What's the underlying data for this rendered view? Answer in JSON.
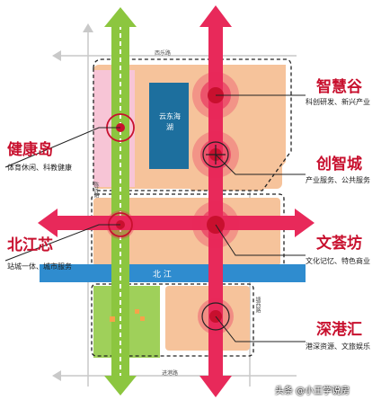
{
  "districts": [
    {
      "name": "智慧谷",
      "desc": "科创研发、新兴产业"
    },
    {
      "name": "创智城",
      "desc": "产业服务、公共服务"
    },
    {
      "name": "文荟坊",
      "desc": "文化记忆、特色商业"
    },
    {
      "name": "深港汇",
      "desc": "港深资源、文旅娱乐"
    },
    {
      "name": "健康岛",
      "desc": "体育休闲、科教健康"
    },
    {
      "name": "北江芯",
      "desc": "站城一体、城市服务"
    }
  ],
  "roads": {
    "top": "西乐路",
    "west": "陈苏路",
    "east": "塘西路",
    "bottom": "进港路"
  },
  "river": "北 江",
  "park": "云东海湖",
  "watermark": "头条 @小王学说房",
  "colors": {
    "red_axis": "#e8295a",
    "green_axis": "#8cc63f",
    "river": "#2f8ccf",
    "park": "#1d6f9e",
    "zone_peach": "#f6c39b",
    "zone_pink": "#f7c5d6",
    "zone_green": "#9fd05a"
  }
}
